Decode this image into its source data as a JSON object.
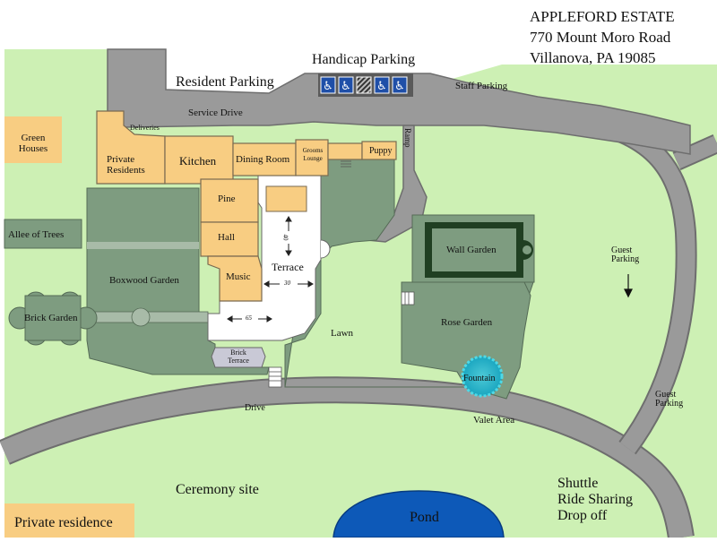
{
  "address": {
    "name": "APPLEFORD ESTATE",
    "street": "770 Mount Moro Road",
    "city": "Villanova, PA 19085"
  },
  "labels": {
    "handicap_parking": "Handicap Parking",
    "resident_parking": "Resident Parking",
    "staff_parking": "Staff Parking",
    "service_drive": "Service Drive",
    "deliveries": "Deliveries",
    "green_houses": "Green\nHouses",
    "private_residents": "Private\nResidents",
    "kitchen": "Kitchen",
    "dining_room": "Dining Room",
    "grooms_lounge": "Grooms\nLounge",
    "puppy": "Puppy",
    "ramp": "Ramp",
    "pine": "Pine",
    "hall": "Hall",
    "music": "Music",
    "terrace": "Terrace",
    "terrace_width": "30",
    "terrace_depth": "40",
    "terrace_length": "65",
    "allee_of_trees": "Allee of Trees",
    "boxwood_garden": "Boxwood Garden",
    "brick_garden": "Brick Garden",
    "brick_terrace": "Brick\nTerrace",
    "wall_garden": "Wall Garden",
    "rose_garden": "Rose Garden",
    "lawn": "Lawn",
    "fountain": "Fountain",
    "guest_parking_1": "Guest\nParking",
    "guest_parking_2": "Guest\nParking",
    "drive": "Drive",
    "valet_area": "Valet Area",
    "ceremony_site": "Ceremony site",
    "shuttle": "Shuttle",
    "ride_sharing": "Ride Sharing",
    "drop_off": "Drop off",
    "pond": "Pond",
    "private_residence": "Private residence"
  },
  "icons": {
    "handicap_spaces": [
      "wheelchair-icon",
      "wheelchair-icon",
      "wheelchair-icon",
      "wheelchair-icon"
    ],
    "hatched_space": "striped-no-parking-icon",
    "direction_arrow": "arrow-down-icon"
  },
  "colors": {
    "lawn": "#cdf0b4",
    "road": "#9a9a9a",
    "road_edge": "#6e6e6e",
    "garden": "#7e9c80",
    "building": "#f8cd82",
    "building_edge": "#7a6a50",
    "terrace": "#ffffff",
    "pond": "#0d59b8",
    "fountain": "#2fb9c9",
    "wall_garden_wall": "#203f22",
    "handicap_blue": "#1f4fa8"
  }
}
